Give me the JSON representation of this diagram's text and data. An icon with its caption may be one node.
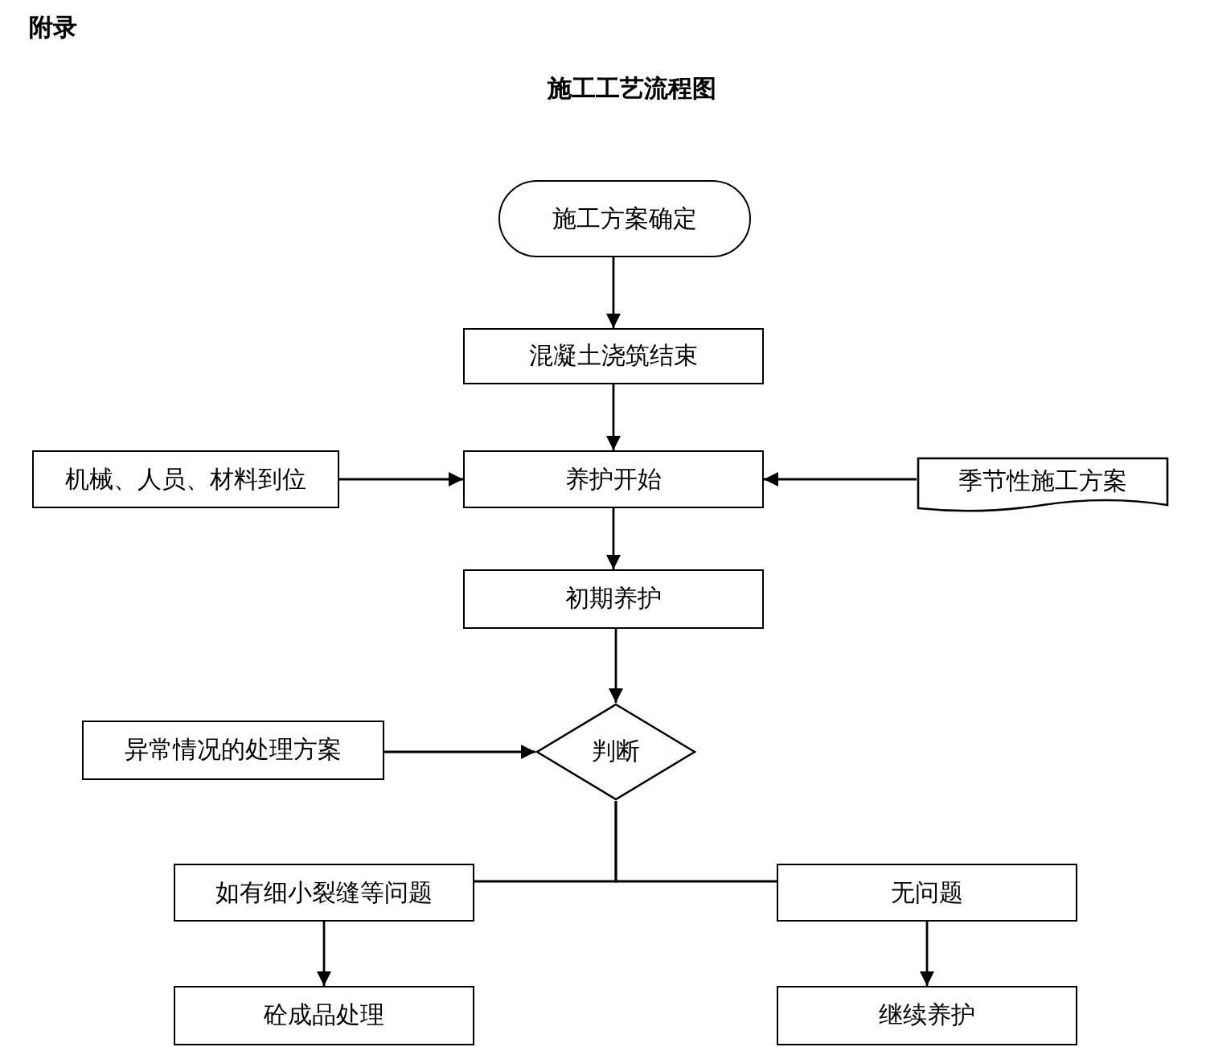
{
  "diagram": {
    "title": "施工工艺流程图",
    "nodes": [
      {
        "text": [
          "施工方案确定"
        ]
      },
      {
        "text": [
          "混凝土浇筑结束"
        ]
      },
      {
        "text": [
          "机械、人员、材料到位"
        ]
      },
      {
        "text": [
          "养护开始"
        ]
      },
      {
        "text": [
          "季节性施工方案"
        ]
      },
      {
        "text": [
          "初期养护"
        ]
      },
      {
        "text": [
          "异常情况的处理方案"
        ]
      },
      {
        "text": [
          "判断"
        ]
      },
      {
        "text": [
          "如有细小裂缝等问题"
        ]
      },
      {
        "text": [
          "无问题"
        ]
      },
      {
        "text": [
          "砼成品处理"
        ]
      },
      {
        "text": [
          "继续养护"
        ]
      }
    ],
    "edges": [
      {
        "from": 0,
        "to": 1,
        "arrow": "to"
      },
      {
        "from": 1,
        "to": 3,
        "arrow": "to"
      },
      {
        "from": 2,
        "to": 3,
        "arrow": "to"
      },
      {
        "from": 4,
        "to": 3,
        "arrow": "to"
      },
      {
        "from": 3,
        "to": 5,
        "arrow": "to"
      },
      {
        "from": 5,
        "to": 7,
        "arrow": "to"
      },
      {
        "from": 6,
        "to": 7,
        "arrow": "to"
      },
      {
        "from": 7,
        "to": 8,
        "arrow": "none"
      },
      {
        "from": 7,
        "to": 9,
        "arrow": "none"
      },
      {
        "from": 8,
        "to": 10,
        "arrow": "to"
      },
      {
        "from": 9,
        "to": 11,
        "arrow": "to"
      }
    ],
    "labels": [
      "附录"
    ]
  }
}
